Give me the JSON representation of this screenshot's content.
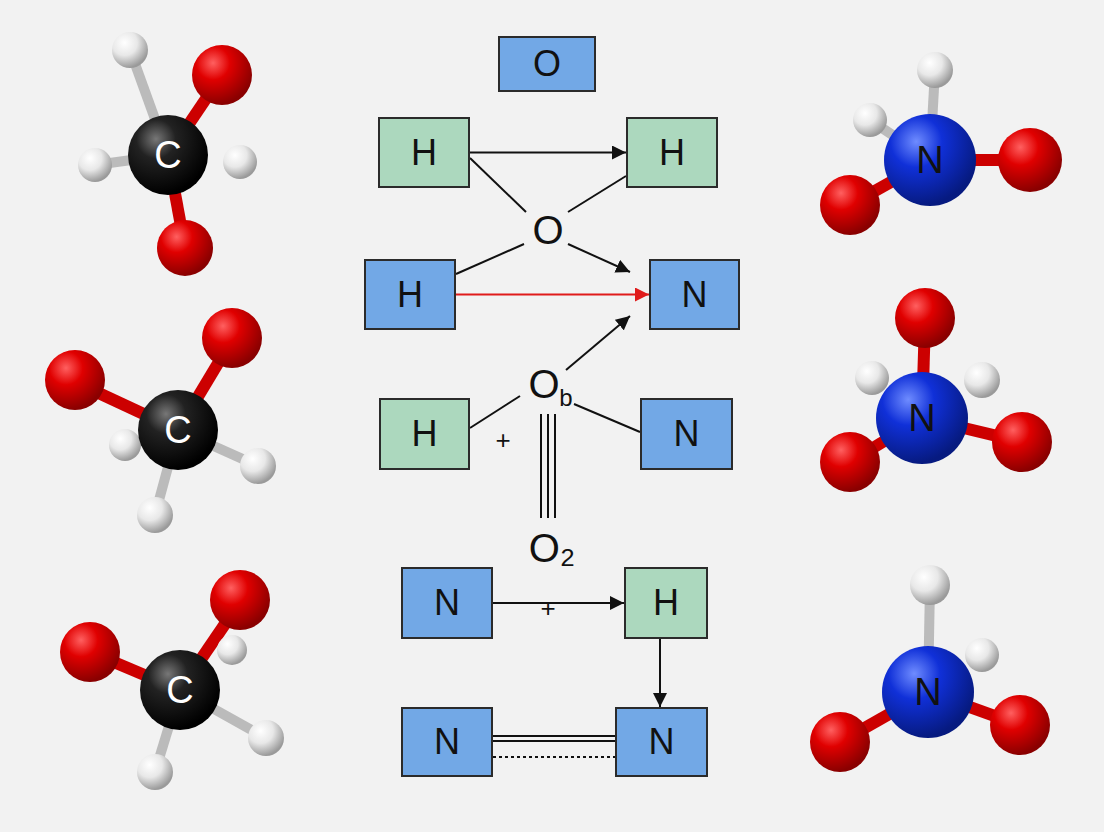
{
  "diagram": {
    "nodes": [
      {
        "text": [
          "O"
        ]
      },
      {
        "text": [
          "H"
        ]
      },
      {
        "text": [
          "H"
        ]
      },
      {
        "text": [
          "H"
        ]
      },
      {
        "text": [
          "N"
        ]
      },
      {
        "text": [
          "H"
        ]
      },
      {
        "text": [
          "N"
        ]
      },
      {
        "text": [
          "N"
        ]
      },
      {
        "text": [
          "H"
        ]
      },
      {
        "text": [
          "N"
        ]
      },
      {
        "text": [
          "N"
        ]
      }
    ],
    "edges": [
      {
        "from": 1,
        "to": 2,
        "arrow": "to"
      },
      {
        "from": 3,
        "to": 4,
        "arrow": "to"
      },
      {
        "from": 7,
        "to": 8,
        "arrow": "to"
      },
      {
        "from": 8,
        "to": 10,
        "arrow": "to"
      },
      {
        "from": 9,
        "to": 10,
        "arrow": "none"
      }
    ],
    "labels": [
      "O",
      "O",
      "b",
      "+",
      "O₂",
      "+",
      "C",
      "C",
      "C",
      "N",
      "N",
      "N"
    ]
  }
}
